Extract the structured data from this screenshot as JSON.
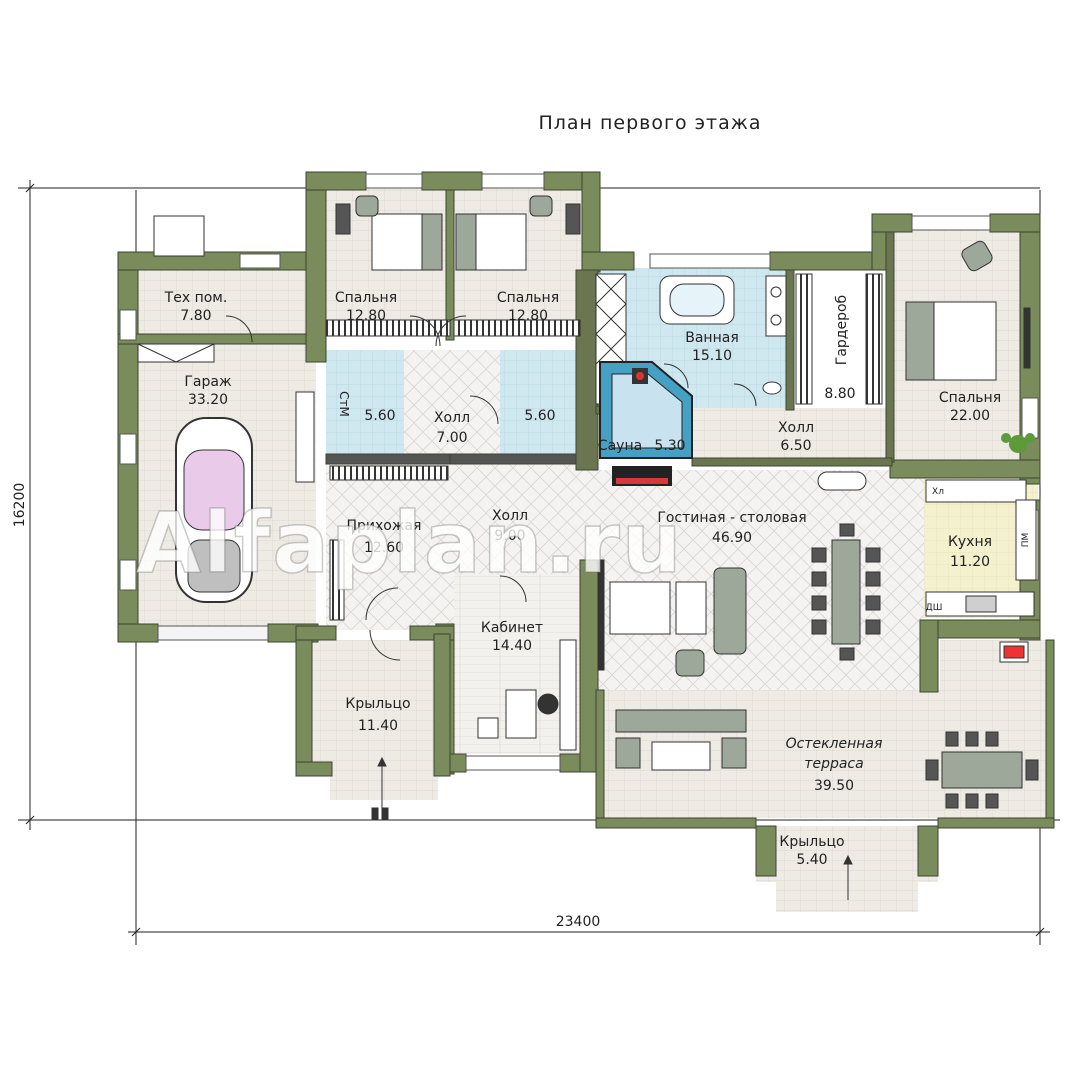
{
  "plan": {
    "title": "План первого этажа",
    "dimensions": {
      "width": "23400",
      "depth": "16200"
    },
    "watermark": "Alfaplan.ru",
    "colors": {
      "wall": "#7a8c5c",
      "tile": "#eeeae4",
      "bath_tile": "#cfe7ef",
      "kitchen": "#f4f1cf",
      "sauna": "#46a0c4",
      "parquet": "#f7f6f4",
      "line": "#222222"
    }
  },
  "rooms": [
    {
      "id": "tech",
      "name": "Тех пом.",
      "area": "7.80"
    },
    {
      "id": "garage",
      "name": "Гараж",
      "area": "33.20"
    },
    {
      "id": "bedroom1",
      "name": "Спальня",
      "area": "12.80"
    },
    {
      "id": "bedroom2",
      "name": "Спальня",
      "area": "12.80"
    },
    {
      "id": "wc1",
      "name": "",
      "area": "5.60"
    },
    {
      "id": "hall1",
      "name": "Холл",
      "area": "7.00"
    },
    {
      "id": "wc2",
      "name": "",
      "area": "5.60"
    },
    {
      "id": "bathroom",
      "name": "Ванная",
      "area": "15.10"
    },
    {
      "id": "wardrobe",
      "name": "Гардероб",
      "area": "8.80"
    },
    {
      "id": "sauna",
      "name": "Сауна",
      "area": "5.30"
    },
    {
      "id": "hall2",
      "name": "Холл",
      "area": "6.50"
    },
    {
      "id": "bedroom3",
      "name": "Спальня",
      "area": "22.00"
    },
    {
      "id": "entry",
      "name": "Прихожая",
      "area": "12.60"
    },
    {
      "id": "hall3",
      "name": "Холл",
      "area": "9.00"
    },
    {
      "id": "living",
      "name": "Гостиная - столовая",
      "area": "46.90"
    },
    {
      "id": "kitchen",
      "name": "Кухня",
      "area": "11.20"
    },
    {
      "id": "office",
      "name": "Кабинет",
      "area": "14.40"
    },
    {
      "id": "porch1",
      "name": "Крыльцо",
      "area": "11.40"
    },
    {
      "id": "terrace",
      "name": "Остекленная терраса",
      "name_line1": "Остекленная",
      "name_line2": "терраса",
      "area": "39.50"
    },
    {
      "id": "porch2",
      "name": "Крыльцо",
      "area": "5.40"
    }
  ],
  "fixture_labels": {
    "stm": "СтМ",
    "fridge": "Хл",
    "dishwasher": "ПМ",
    "dw2": "ДШ"
  }
}
